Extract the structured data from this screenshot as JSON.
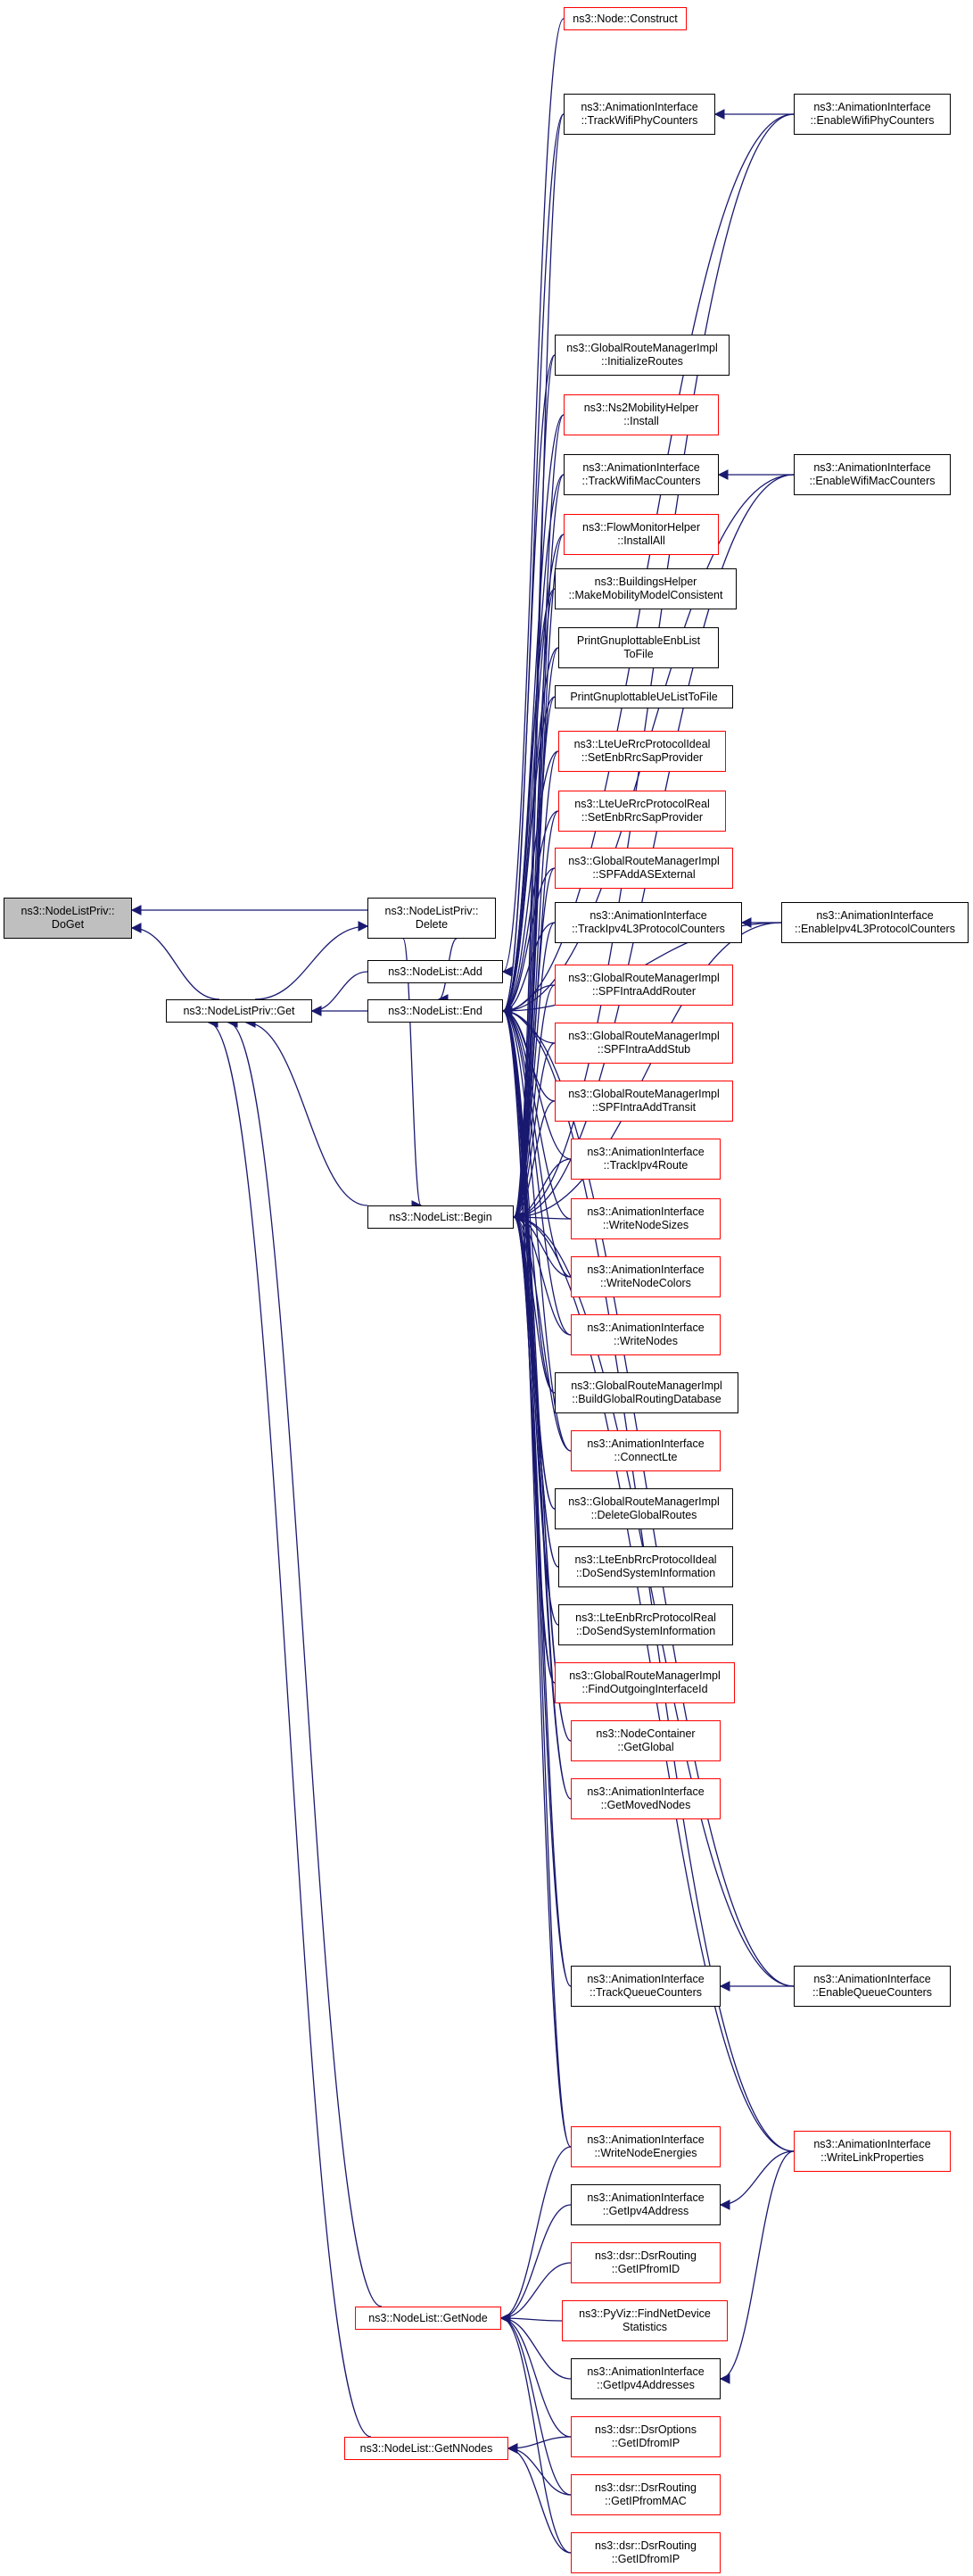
{
  "style": {
    "edge_color": "#191970",
    "normal_border": "#000000",
    "missing_border": "#ff0000",
    "root_fill": "#bfbfbf"
  },
  "nodes": [
    {
      "id": "doget",
      "lines": [
        "ns3::NodeListPriv::",
        "DoGet"
      ],
      "kind": "root"
    },
    {
      "id": "delete",
      "lines": [
        "ns3::NodeListPriv::",
        "Delete"
      ],
      "kind": "normal"
    },
    {
      "id": "get",
      "lines": [
        "ns3::NodeListPriv::Get"
      ],
      "kind": "normal"
    },
    {
      "id": "add",
      "lines": [
        "ns3::NodeList::Add"
      ],
      "kind": "normal"
    },
    {
      "id": "end",
      "lines": [
        "ns3::NodeList::End"
      ],
      "kind": "normal"
    },
    {
      "id": "begin",
      "lines": [
        "ns3::NodeList::Begin"
      ],
      "kind": "normal"
    },
    {
      "id": "getnode",
      "lines": [
        "ns3::NodeList::GetNode"
      ],
      "kind": "missing"
    },
    {
      "id": "getnnodes",
      "lines": [
        "ns3::NodeList::GetNNodes"
      ],
      "kind": "missing"
    },
    {
      "id": "construct",
      "lines": [
        "ns3::Node::Construct"
      ],
      "kind": "missing"
    },
    {
      "id": "trackwifiphy",
      "lines": [
        "ns3::AnimationInterface",
        "::TrackWifiPhyCounters"
      ],
      "kind": "normal"
    },
    {
      "id": "initroutes",
      "lines": [
        "ns3::GlobalRouteManagerImpl",
        "::InitializeRoutes"
      ],
      "kind": "normal"
    },
    {
      "id": "ns2install",
      "lines": [
        "ns3::Ns2MobilityHelper",
        "::Install"
      ],
      "kind": "missing"
    },
    {
      "id": "trackwifimac",
      "lines": [
        "ns3::AnimationInterface",
        "::TrackWifiMacCounters"
      ],
      "kind": "normal"
    },
    {
      "id": "installall",
      "lines": [
        "ns3::FlowMonitorHelper",
        "::InstallAll"
      ],
      "kind": "missing"
    },
    {
      "id": "mobconsistent",
      "lines": [
        "ns3::BuildingsHelper",
        "::MakeMobilityModelConsistent"
      ],
      "kind": "normal"
    },
    {
      "id": "printenb",
      "lines": [
        "PrintGnuplottableEnbList",
        "ToFile"
      ],
      "kind": "normal"
    },
    {
      "id": "printue",
      "lines": [
        "PrintGnuplottableUeListToFile"
      ],
      "kind": "normal"
    },
    {
      "id": "lteideal",
      "lines": [
        "ns3::LteUeRrcProtocolIdeal",
        "::SetEnbRrcSapProvider"
      ],
      "kind": "missing"
    },
    {
      "id": "ltereal",
      "lines": [
        "ns3::LteUeRrcProtocolReal",
        "::SetEnbRrcSapProvider"
      ],
      "kind": "missing"
    },
    {
      "id": "spfase",
      "lines": [
        "ns3::GlobalRouteManagerImpl",
        "::SPFAddASExternal"
      ],
      "kind": "missing"
    },
    {
      "id": "trackl3",
      "lines": [
        "ns3::AnimationInterface",
        "::TrackIpv4L3ProtocolCounters"
      ],
      "kind": "normal"
    },
    {
      "id": "spfrouter",
      "lines": [
        "ns3::GlobalRouteManagerImpl",
        "::SPFIntraAddRouter"
      ],
      "kind": "missing"
    },
    {
      "id": "spfstub",
      "lines": [
        "ns3::GlobalRouteManagerImpl",
        "::SPFIntraAddStub"
      ],
      "kind": "missing"
    },
    {
      "id": "spftransit",
      "lines": [
        "ns3::GlobalRouteManagerImpl",
        "::SPFIntraAddTransit"
      ],
      "kind": "missing"
    },
    {
      "id": "trackroute",
      "lines": [
        "ns3::AnimationInterface",
        "::TrackIpv4Route"
      ],
      "kind": "missing"
    },
    {
      "id": "writesizes",
      "lines": [
        "ns3::AnimationInterface",
        "::WriteNodeSizes"
      ],
      "kind": "missing"
    },
    {
      "id": "writecolors",
      "lines": [
        "ns3::AnimationInterface",
        "::WriteNodeColors"
      ],
      "kind": "missing"
    },
    {
      "id": "writenodes",
      "lines": [
        "ns3::AnimationInterface",
        "::WriteNodes"
      ],
      "kind": "missing"
    },
    {
      "id": "buildglobal",
      "lines": [
        "ns3::GlobalRouteManagerImpl",
        "::BuildGlobalRoutingDatabase"
      ],
      "kind": "normal"
    },
    {
      "id": "connectlte",
      "lines": [
        "ns3::AnimationInterface",
        "::ConnectLte"
      ],
      "kind": "missing"
    },
    {
      "id": "deleteglobal",
      "lines": [
        "ns3::GlobalRouteManagerImpl",
        "::DeleteGlobalRoutes"
      ],
      "kind": "normal"
    },
    {
      "id": "enbideal",
      "lines": [
        "ns3::LteEnbRrcProtocolIdeal",
        "::DoSendSystemInformation"
      ],
      "kind": "normal"
    },
    {
      "id": "enbreal",
      "lines": [
        "ns3::LteEnbRrcProtocolReal",
        "::DoSendSystemInformation"
      ],
      "kind": "normal"
    },
    {
      "id": "findif",
      "lines": [
        "ns3::GlobalRouteManagerImpl",
        "::FindOutgoingInterfaceId"
      ],
      "kind": "missing"
    },
    {
      "id": "getglobal",
      "lines": [
        "ns3::NodeContainer",
        "::GetGlobal"
      ],
      "kind": "missing"
    },
    {
      "id": "getmoved",
      "lines": [
        "ns3::AnimationInterface",
        "::GetMovedNodes"
      ],
      "kind": "missing"
    },
    {
      "id": "trackqueue",
      "lines": [
        "ns3::AnimationInterface",
        "::TrackQueueCounters"
      ],
      "kind": "normal"
    },
    {
      "id": "writeenergies",
      "lines": [
        "ns3::AnimationInterface",
        "::WriteNodeEnergies"
      ],
      "kind": "missing"
    },
    {
      "id": "getipv4",
      "lines": [
        "ns3::AnimationInterface",
        "::GetIpv4Address"
      ],
      "kind": "normal"
    },
    {
      "id": "getipfromid",
      "lines": [
        "ns3::dsr::DsrRouting",
        "::GetIPfromID"
      ],
      "kind": "missing"
    },
    {
      "id": "findnetdev",
      "lines": [
        "ns3::PyViz::FindNetDevice",
        "Statistics"
      ],
      "kind": "missing"
    },
    {
      "id": "getipv4s",
      "lines": [
        "ns3::AnimationInterface",
        "::GetIpv4Addresses"
      ],
      "kind": "normal"
    },
    {
      "id": "optsgetid",
      "lines": [
        "ns3::dsr::DsrOptions",
        "::GetIDfromIP"
      ],
      "kind": "missing"
    },
    {
      "id": "getipfrommac",
      "lines": [
        "ns3::dsr::DsrRouting",
        "::GetIPfromMAC"
      ],
      "kind": "missing"
    },
    {
      "id": "routgetid",
      "lines": [
        "ns3::dsr::DsrRouting",
        "::GetIDfromIP"
      ],
      "kind": "missing"
    },
    {
      "id": "enablewifiphy",
      "lines": [
        "ns3::AnimationInterface",
        "::EnableWifiPhyCounters"
      ],
      "kind": "normal"
    },
    {
      "id": "enablewifimac",
      "lines": [
        "ns3::AnimationInterface",
        "::EnableWifiMacCounters"
      ],
      "kind": "normal"
    },
    {
      "id": "enablel3",
      "lines": [
        "ns3::AnimationInterface",
        "::EnableIpv4L3ProtocolCounters"
      ],
      "kind": "normal"
    },
    {
      "id": "enablequeue",
      "lines": [
        "ns3::AnimationInterface",
        "::EnableQueueCounters"
      ],
      "kind": "normal"
    },
    {
      "id": "writelink",
      "lines": [
        "ns3::AnimationInterface",
        "::WriteLinkProperties"
      ],
      "kind": "missing"
    }
  ],
  "edges": [
    [
      "delete",
      "doget"
    ],
    [
      "get",
      "doget"
    ],
    [
      "get",
      "delete"
    ],
    [
      "add",
      "get"
    ],
    [
      "end",
      "get"
    ],
    [
      "begin",
      "get"
    ],
    [
      "getnode",
      "get"
    ],
    [
      "getnnodes",
      "get"
    ],
    [
      "delete",
      "begin"
    ],
    [
      "delete",
      "end"
    ],
    [
      "construct",
      "add"
    ],
    [
      "trackwifiphy",
      "end"
    ],
    [
      "initroutes",
      "end"
    ],
    [
      "ns2install",
      "end"
    ],
    [
      "trackwifimac",
      "end"
    ],
    [
      "installall",
      "end"
    ],
    [
      "mobconsistent",
      "end"
    ],
    [
      "printenb",
      "end"
    ],
    [
      "printue",
      "end"
    ],
    [
      "lteideal",
      "end"
    ],
    [
      "ltereal",
      "end"
    ],
    [
      "spfase",
      "end"
    ],
    [
      "trackl3",
      "end"
    ],
    [
      "spfrouter",
      "end"
    ],
    [
      "spfstub",
      "end"
    ],
    [
      "spftransit",
      "end"
    ],
    [
      "trackroute",
      "end"
    ],
    [
      "writesizes",
      "end"
    ],
    [
      "writecolors",
      "end"
    ],
    [
      "writenodes",
      "end"
    ],
    [
      "buildglobal",
      "end"
    ],
    [
      "connectlte",
      "end"
    ],
    [
      "deleteglobal",
      "end"
    ],
    [
      "enbideal",
      "end"
    ],
    [
      "enbreal",
      "end"
    ],
    [
      "findif",
      "end"
    ],
    [
      "getglobal",
      "end"
    ],
    [
      "getmoved",
      "end"
    ],
    [
      "trackqueue",
      "end"
    ],
    [
      "writeenergies",
      "end"
    ],
    [
      "trackwifiphy",
      "begin"
    ],
    [
      "initroutes",
      "begin"
    ],
    [
      "ns2install",
      "begin"
    ],
    [
      "trackwifimac",
      "begin"
    ],
    [
      "installall",
      "begin"
    ],
    [
      "mobconsistent",
      "begin"
    ],
    [
      "printenb",
      "begin"
    ],
    [
      "printue",
      "begin"
    ],
    [
      "lteideal",
      "begin"
    ],
    [
      "ltereal",
      "begin"
    ],
    [
      "spfase",
      "begin"
    ],
    [
      "trackl3",
      "begin"
    ],
    [
      "spfrouter",
      "begin"
    ],
    [
      "spfstub",
      "begin"
    ],
    [
      "spftransit",
      "begin"
    ],
    [
      "trackroute",
      "begin"
    ],
    [
      "writesizes",
      "begin"
    ],
    [
      "writecolors",
      "begin"
    ],
    [
      "writenodes",
      "begin"
    ],
    [
      "buildglobal",
      "begin"
    ],
    [
      "connectlte",
      "begin"
    ],
    [
      "deleteglobal",
      "begin"
    ],
    [
      "enbideal",
      "begin"
    ],
    [
      "enbreal",
      "begin"
    ],
    [
      "findif",
      "begin"
    ],
    [
      "getglobal",
      "begin"
    ],
    [
      "getmoved",
      "begin"
    ],
    [
      "trackqueue",
      "begin"
    ],
    [
      "writeenergies",
      "begin"
    ],
    [
      "enablewifiphy",
      "trackwifiphy"
    ],
    [
      "enablewifimac",
      "trackwifimac"
    ],
    [
      "enablel3",
      "trackl3"
    ],
    [
      "enablequeue",
      "trackqueue"
    ],
    [
      "enablewifiphy",
      "end"
    ],
    [
      "enablewifimac",
      "end"
    ],
    [
      "enablel3",
      "end"
    ],
    [
      "enablequeue",
      "end"
    ],
    [
      "writelink",
      "end"
    ],
    [
      "enablewifiphy",
      "begin"
    ],
    [
      "enablewifimac",
      "begin"
    ],
    [
      "enablel3",
      "begin"
    ],
    [
      "enablequeue",
      "begin"
    ],
    [
      "writelink",
      "begin"
    ],
    [
      "writeenergies",
      "getnode"
    ],
    [
      "getipv4",
      "getnode"
    ],
    [
      "getipfromid",
      "getnode"
    ],
    [
      "findnetdev",
      "getnode"
    ],
    [
      "getipv4s",
      "getnode"
    ],
    [
      "optsgetid",
      "getnode"
    ],
    [
      "getipfrommac",
      "getnode"
    ],
    [
      "routgetid",
      "getnode"
    ],
    [
      "writelink",
      "getipv4"
    ],
    [
      "writelink",
      "getipv4s"
    ],
    [
      "optsgetid",
      "getnnodes"
    ],
    [
      "getipfrommac",
      "getnnodes"
    ],
    [
      "routgetid",
      "getnnodes"
    ]
  ]
}
